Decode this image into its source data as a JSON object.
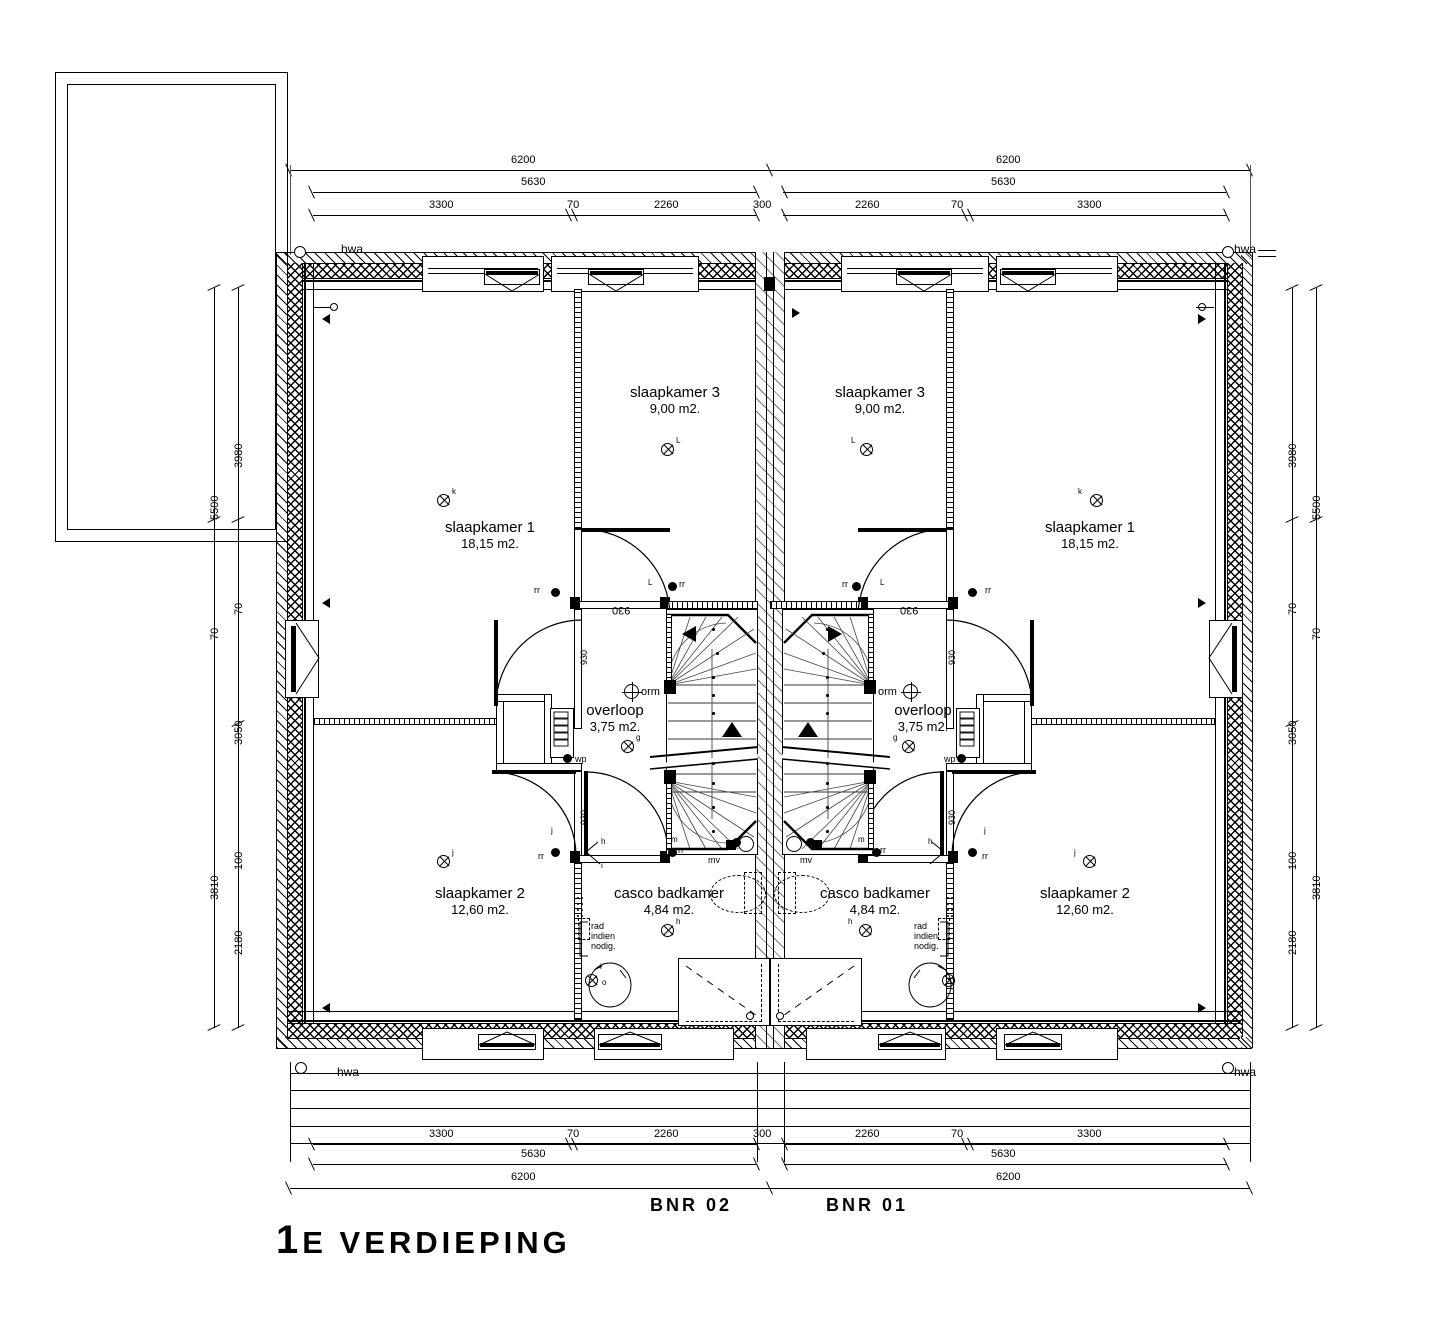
{
  "drawing": {
    "title": "1E VERDIEPING",
    "title_first": "1",
    "title_rest": "E VERDIEPING",
    "unit_labels": [
      "BNR 02",
      "BNR 01"
    ],
    "bnr_left": "BNR 02",
    "bnr_right": "BNR 01"
  },
  "dimensions": {
    "top_row1": [
      "6200",
      "6200"
    ],
    "top_row2": [
      "5630",
      "5630"
    ],
    "top_row3": [
      "3300",
      "70",
      "2260",
      "300",
      "2260",
      "70",
      "3300"
    ],
    "bottom_row1": [
      "3300",
      "70",
      "2260",
      "300",
      "2260",
      "70",
      "3300"
    ],
    "bottom_row2": [
      "5630",
      "5630"
    ],
    "bottom_row3": [
      "6200",
      "6200"
    ],
    "left_outer": [
      "5500",
      "70",
      "3810"
    ],
    "left_inner": [
      "3980",
      "70",
      "3050",
      "100",
      "2180"
    ],
    "right_inner": [
      "3980",
      "70",
      "3050",
      "100",
      "2180"
    ],
    "right_outer": [
      "5500",
      "70",
      "3810"
    ],
    "door_width": "930"
  },
  "rooms": {
    "left_unit": [
      {
        "name": "slaapkamer 1",
        "area": "18,15 m2."
      },
      {
        "name": "slaapkamer 3",
        "area": "9,00 m2."
      },
      {
        "name": "slaapkamer 2",
        "area": "12,60 m2."
      },
      {
        "name": "overloop",
        "area": "3,75 m2."
      },
      {
        "name": "casco badkamer",
        "area": "4,84 m2."
      }
    ],
    "right_unit": [
      {
        "name": "slaapkamer 1",
        "area": "18,15 m2."
      },
      {
        "name": "slaapkamer 3",
        "area": "9,00 m2."
      },
      {
        "name": "slaapkamer 2",
        "area": "12,60 m2."
      },
      {
        "name": "overloop",
        "area": "3,75 m2."
      },
      {
        "name": "casco badkamer",
        "area": "4,84 m2."
      }
    ]
  },
  "annotations": {
    "hwa": "hwa",
    "orm": "orm",
    "wp": "wp",
    "mv": "mv",
    "rr": "rr",
    "rad_line1": "rad",
    "rad_line2": "indien",
    "rad_line3": "nodig.",
    "letter_k": "k",
    "letter_L": "L",
    "letter_g": "g",
    "letter_h": "h",
    "letter_i": "i",
    "letter_j": "j",
    "letter_m": "m",
    "letter_o": "o"
  },
  "colors": {
    "line": "#000000",
    "hatch": "#777777",
    "background": "#ffffff"
  }
}
